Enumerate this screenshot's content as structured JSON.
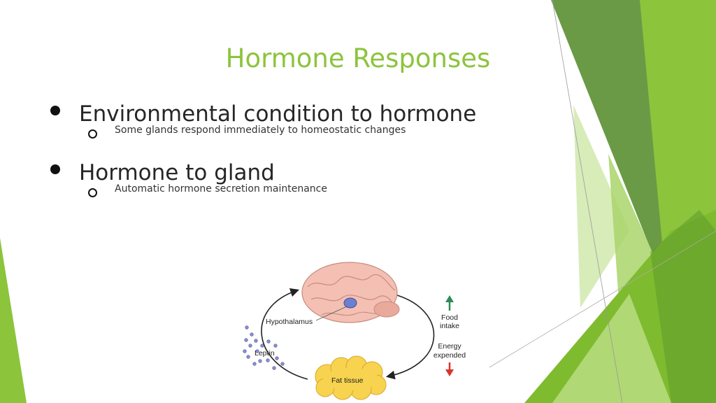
{
  "slide": {
    "title": "Hormone Responses",
    "accent_color": "#8cc43c",
    "bullets": [
      {
        "text": "Environmental condition to hormone",
        "sub": "Some glands respond immediately to homeostatic changes"
      },
      {
        "text": "Hormone to gland",
        "sub": "Automatic hormone secretion maintenance"
      }
    ]
  },
  "figure": {
    "hypothalamus_label": "Hypothalamus",
    "leptin_label": "Leptin",
    "fat_tissue_label": "Fat tissue",
    "food_label_1": "Food",
    "food_label_2": "intake",
    "energy_label_1": "Energy",
    "energy_label_2": "expended",
    "up_arrow_color": "#2e8b57",
    "down_arrow_color": "#d9332b"
  }
}
